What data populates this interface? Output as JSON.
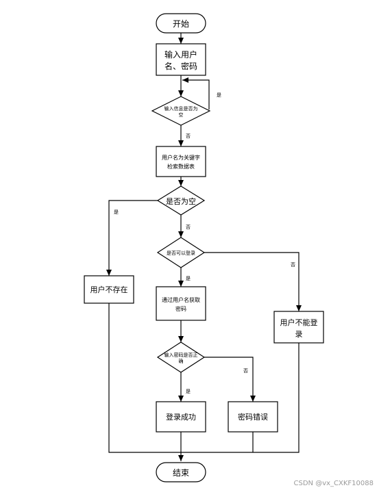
{
  "colors": {
    "stroke": "#000000",
    "fill": "#ffffff",
    "text": "#000000",
    "watermark": "#9a9a9a"
  },
  "nodes": {
    "start": "开始",
    "input_user": [
      "输入用户",
      "名、密码"
    ],
    "check_empty": [
      "输入信息是否为",
      "空"
    ],
    "search_db": [
      "用户名为关键字",
      "检索数据表"
    ],
    "is_empty": "是否为空",
    "can_login": "是否可以登录",
    "user_not_exist": "用户不存在",
    "get_password": [
      "通过用户名获取",
      "密码"
    ],
    "user_cannot_login": [
      "用户不能登",
      "录"
    ],
    "check_password": [
      "输入密码是否正",
      "确"
    ],
    "login_success": "登录成功",
    "password_error": "密码错误",
    "end": "结束"
  },
  "labels": {
    "yes": "是",
    "no": "否"
  },
  "watermark": "CSDN @vx_CXKF10088"
}
